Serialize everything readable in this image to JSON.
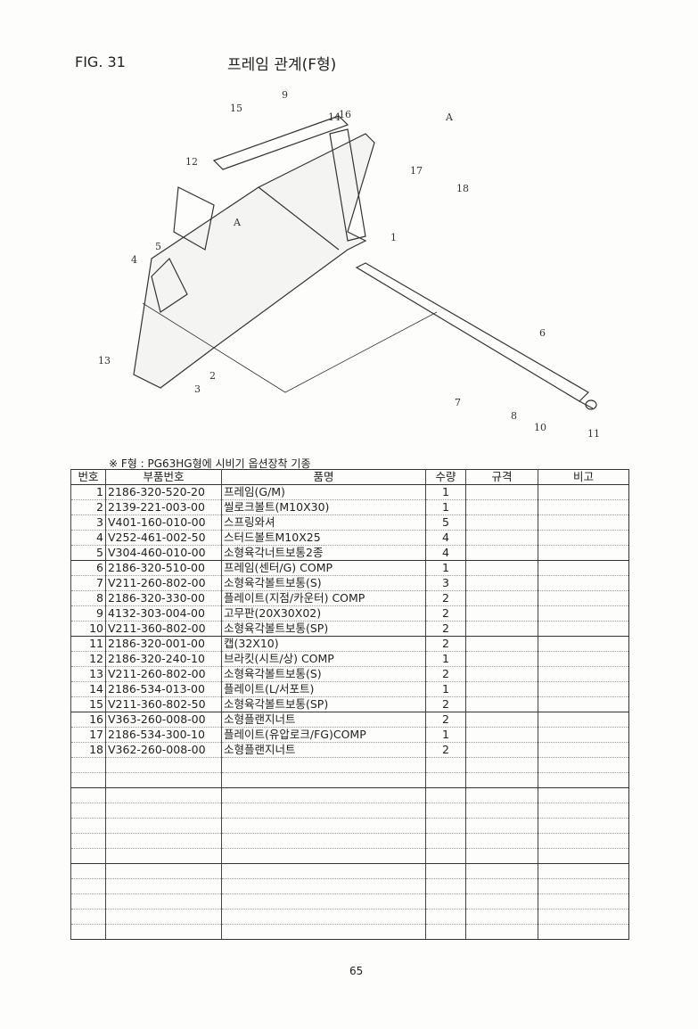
{
  "figure_label": "FIG. 31",
  "title": "프레임 관계(F형)",
  "note": "※ F형 : PG63HG형에 시비기 옵션장착 기종",
  "diagram_callouts": [
    "1",
    "2",
    "3",
    "4",
    "5",
    "6",
    "7",
    "8",
    "9",
    "10",
    "11",
    "12",
    "13",
    "14",
    "15",
    "16",
    "17",
    "18",
    "A",
    "A"
  ],
  "table": {
    "headers": [
      "번호",
      "부품번호",
      "품명",
      "수량",
      "규격",
      "비고"
    ],
    "rows": [
      [
        "1",
        "2186-320-520-20",
        "프레임(G/M)",
        "1"
      ],
      [
        "2",
        "2139-221-003-00",
        "씰로크볼트(M10X30)",
        "1"
      ],
      [
        "3",
        "V401-160-010-00",
        "스프링와셔",
        "5"
      ],
      [
        "4",
        "V252-461-002-50",
        "스터드볼트M10X25",
        "4"
      ],
      [
        "5",
        "V304-460-010-00",
        "소형육각너트보통2종",
        "4"
      ],
      [
        "6",
        "2186-320-510-00",
        "프레임(센터/G) COMP",
        "1"
      ],
      [
        "7",
        "V211-260-802-00",
        "소형육각볼트보통(S)",
        "3"
      ],
      [
        "8",
        "2186-320-330-00",
        "플레이트(지점/카운터) COMP",
        "2"
      ],
      [
        "9",
        "4132-303-004-00",
        "고무판(20X30X02)",
        "2"
      ],
      [
        "10",
        "V211-360-802-00",
        "소형육각볼트보통(SP)",
        "2"
      ],
      [
        "11",
        "2186-320-001-00",
        "캡(32X10)",
        "2"
      ],
      [
        "12",
        "2186-320-240-10",
        "브라킷(시트/상) COMP",
        "1"
      ],
      [
        "13",
        "V211-260-802-00",
        "소형육각볼트보통(S)",
        "2"
      ],
      [
        "14",
        "2186-534-013-00",
        "플레이트(L/서포트)",
        "1"
      ],
      [
        "15",
        "V211-360-802-50",
        "소형육각볼트보통(SP)",
        "2"
      ],
      [
        "16",
        "V363-260-008-00",
        "소형플랜지너트",
        "2"
      ],
      [
        "17",
        "2186-534-300-10",
        "플레이트(유압로크/FG)COMP",
        "1"
      ],
      [
        "18",
        "V362-260-008-00",
        "소형플랜지너트",
        "2"
      ]
    ],
    "empty_rows": 12
  },
  "page_number": "65"
}
